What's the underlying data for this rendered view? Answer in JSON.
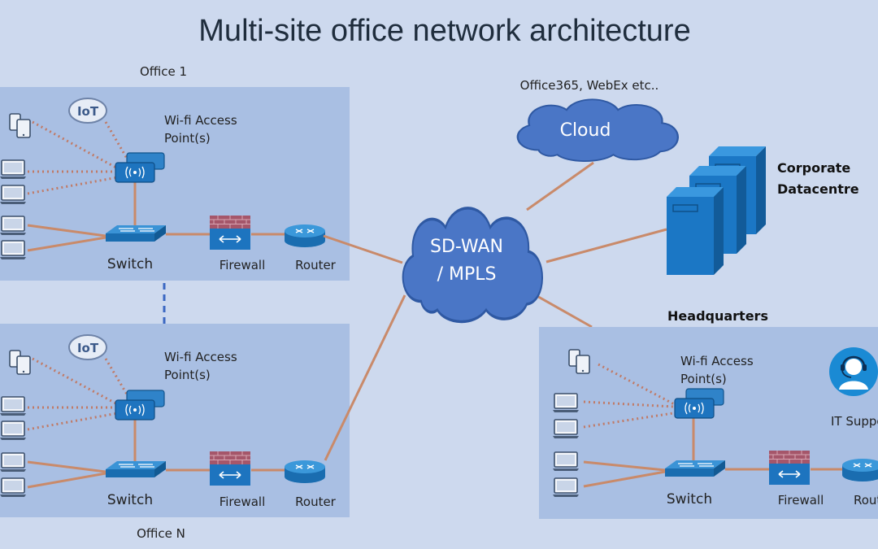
{
  "title": "Multi-site office network architecture",
  "office1": {
    "label": "Office 1",
    "wifi_line1": "Wi-fi Access",
    "wifi_line2": "Point(s)",
    "switch": "Switch",
    "firewall": "Firewall",
    "router": "Router",
    "iot": "IoT"
  },
  "officeN": {
    "label": "Office N",
    "wifi_line1": "Wi-fi Access",
    "wifi_line2": "Point(s)",
    "switch": "Switch",
    "firewall": "Firewall",
    "router": "Router",
    "iot": "IoT"
  },
  "cloud": {
    "caption": "Office365, WebEx etc..",
    "label": "Cloud"
  },
  "wan": {
    "line1": "SD-WAN",
    "line2": "/ MPLS"
  },
  "datacentre": {
    "line1": "Corporate",
    "line2": "Datacentre"
  },
  "hq": {
    "label": "Headquarters",
    "wifi_line1": "Wi-fi Access",
    "wifi_line2": "Point(s)",
    "switch": "Switch",
    "firewall": "Firewall",
    "router": "Rout",
    "it_support": "IT Suppo"
  },
  "colors": {
    "background": "#cdd9ee",
    "panel": "#a9bfe3",
    "link": "#c98a6a",
    "device_blue": "#1a7bc4",
    "cloud_blue": "#4a76c6"
  }
}
